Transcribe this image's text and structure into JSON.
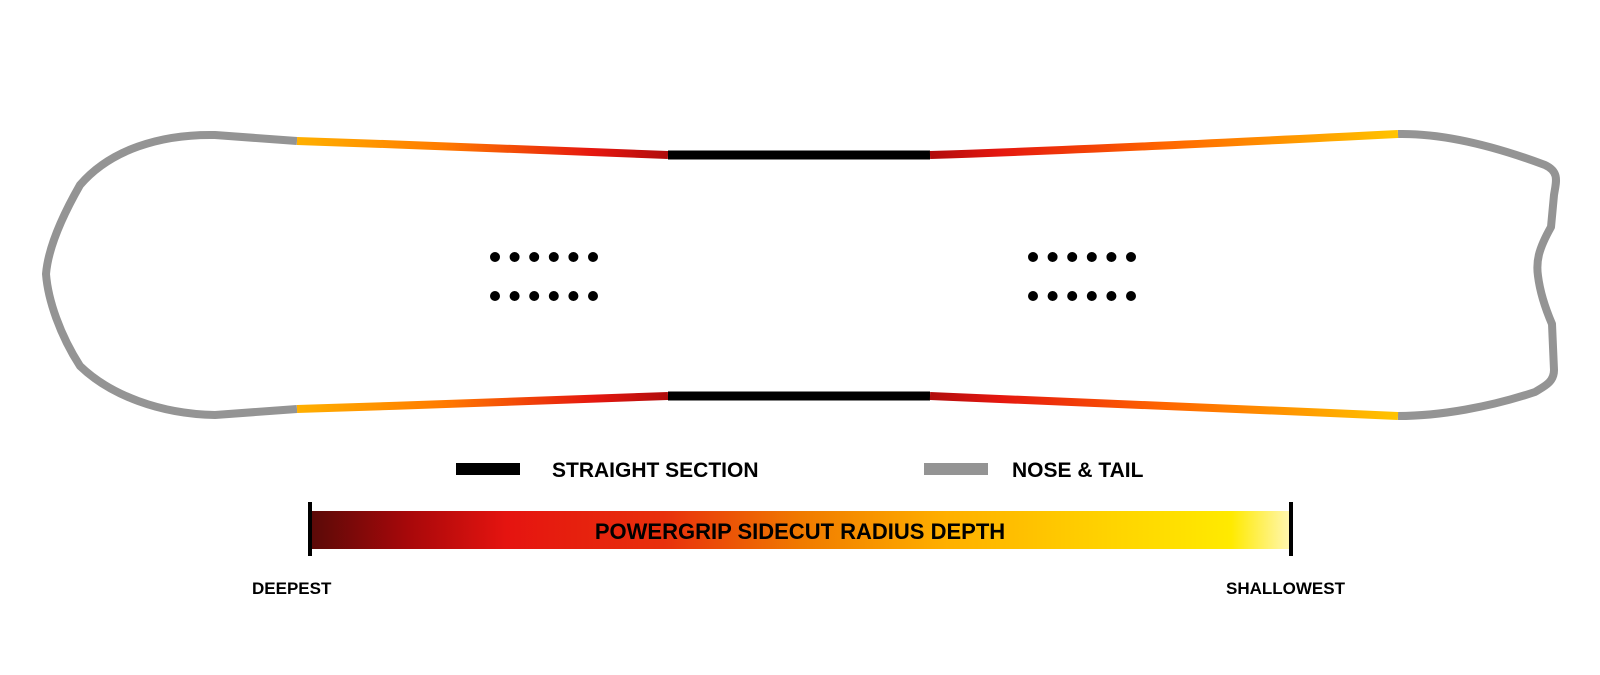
{
  "legend": {
    "straight_section": "STRAIGHT SECTION",
    "nose_tail": "NOSE & TAIL"
  },
  "scale": {
    "title": "POWERGRIP SIDECUT RADIUS DEPTH",
    "left_label": "DEEPEST",
    "right_label": "SHALLOWEST"
  },
  "colors": {
    "outline_gray": "#949494",
    "straight_black": "#000000",
    "deep_red": "#5a0a08",
    "red": "#e51410",
    "orange": "#ff8a00",
    "yellow": "#ffe800",
    "pale_yellow": "#fff6b0"
  },
  "inserts": {
    "rows_per_group": 2,
    "holes_per_row": 6,
    "groups": 2
  }
}
